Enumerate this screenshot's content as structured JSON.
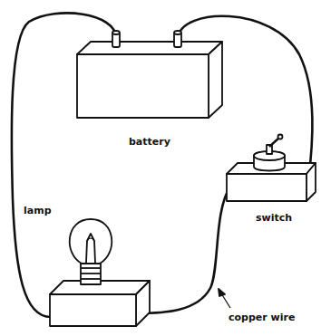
{
  "diagram": {
    "labels": [
      "battery",
      "lamp",
      "switch",
      "copper wire"
    ]
  }
}
